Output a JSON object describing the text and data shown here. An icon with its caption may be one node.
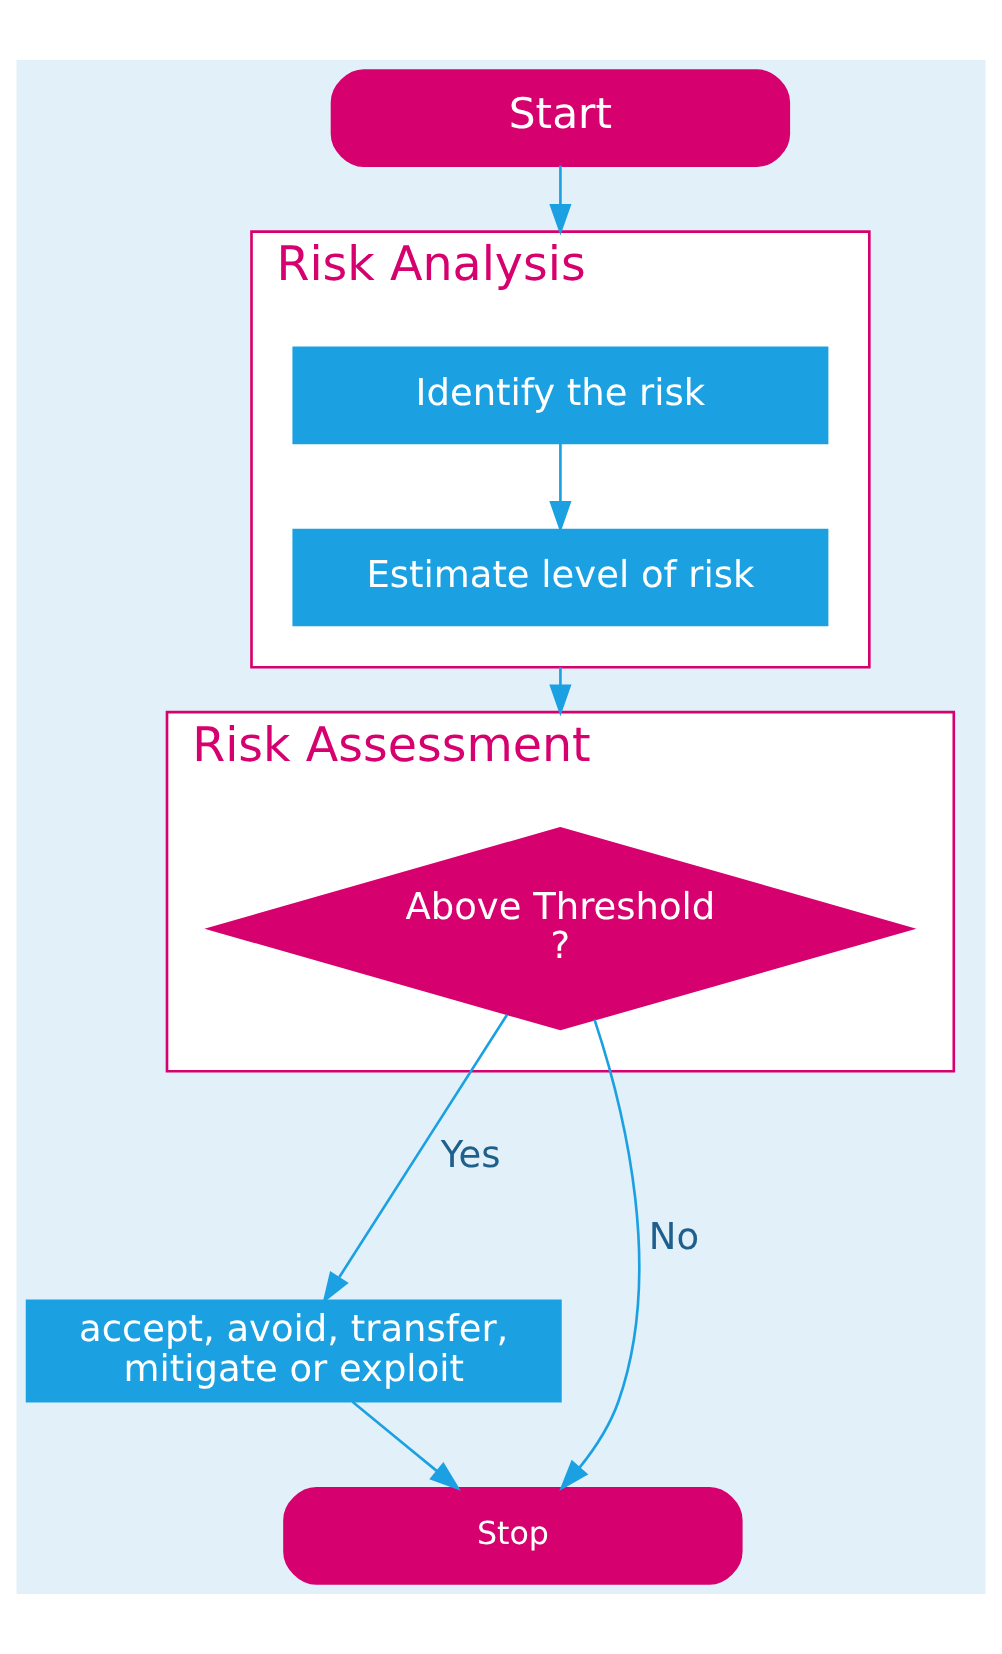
{
  "diagram": {
    "nodes": [
      {
        "text": [
          "Start"
        ]
      },
      {
        "text": [
          "Risk Analysis"
        ]
      },
      {
        "text": [
          "Identify the risk"
        ],
        "in": 1
      },
      {
        "text": [
          "Estimate level of risk"
        ],
        "in": 1
      },
      {
        "text": [
          "Risk Assessment"
        ]
      },
      {
        "text": [
          "Above Threshold ?"
        ],
        "in": 4
      },
      {
        "text": [
          "accept, avoid, transfer, mitigate or exploit"
        ]
      },
      {
        "text": [
          "Stop"
        ]
      }
    ],
    "edges": [
      {
        "from": 0,
        "to": 1,
        "arrow": "to"
      },
      {
        "from": 2,
        "to": 3,
        "arrow": "to"
      },
      {
        "from": 1,
        "to": 4,
        "arrow": "to"
      },
      {
        "from": 5,
        "to": 6,
        "arrow": "to",
        "label": "Yes"
      },
      {
        "from": 5,
        "to": 7,
        "arrow": "to",
        "label": "No"
      },
      {
        "from": 6,
        "to": 7,
        "arrow": "to"
      }
    ]
  }
}
